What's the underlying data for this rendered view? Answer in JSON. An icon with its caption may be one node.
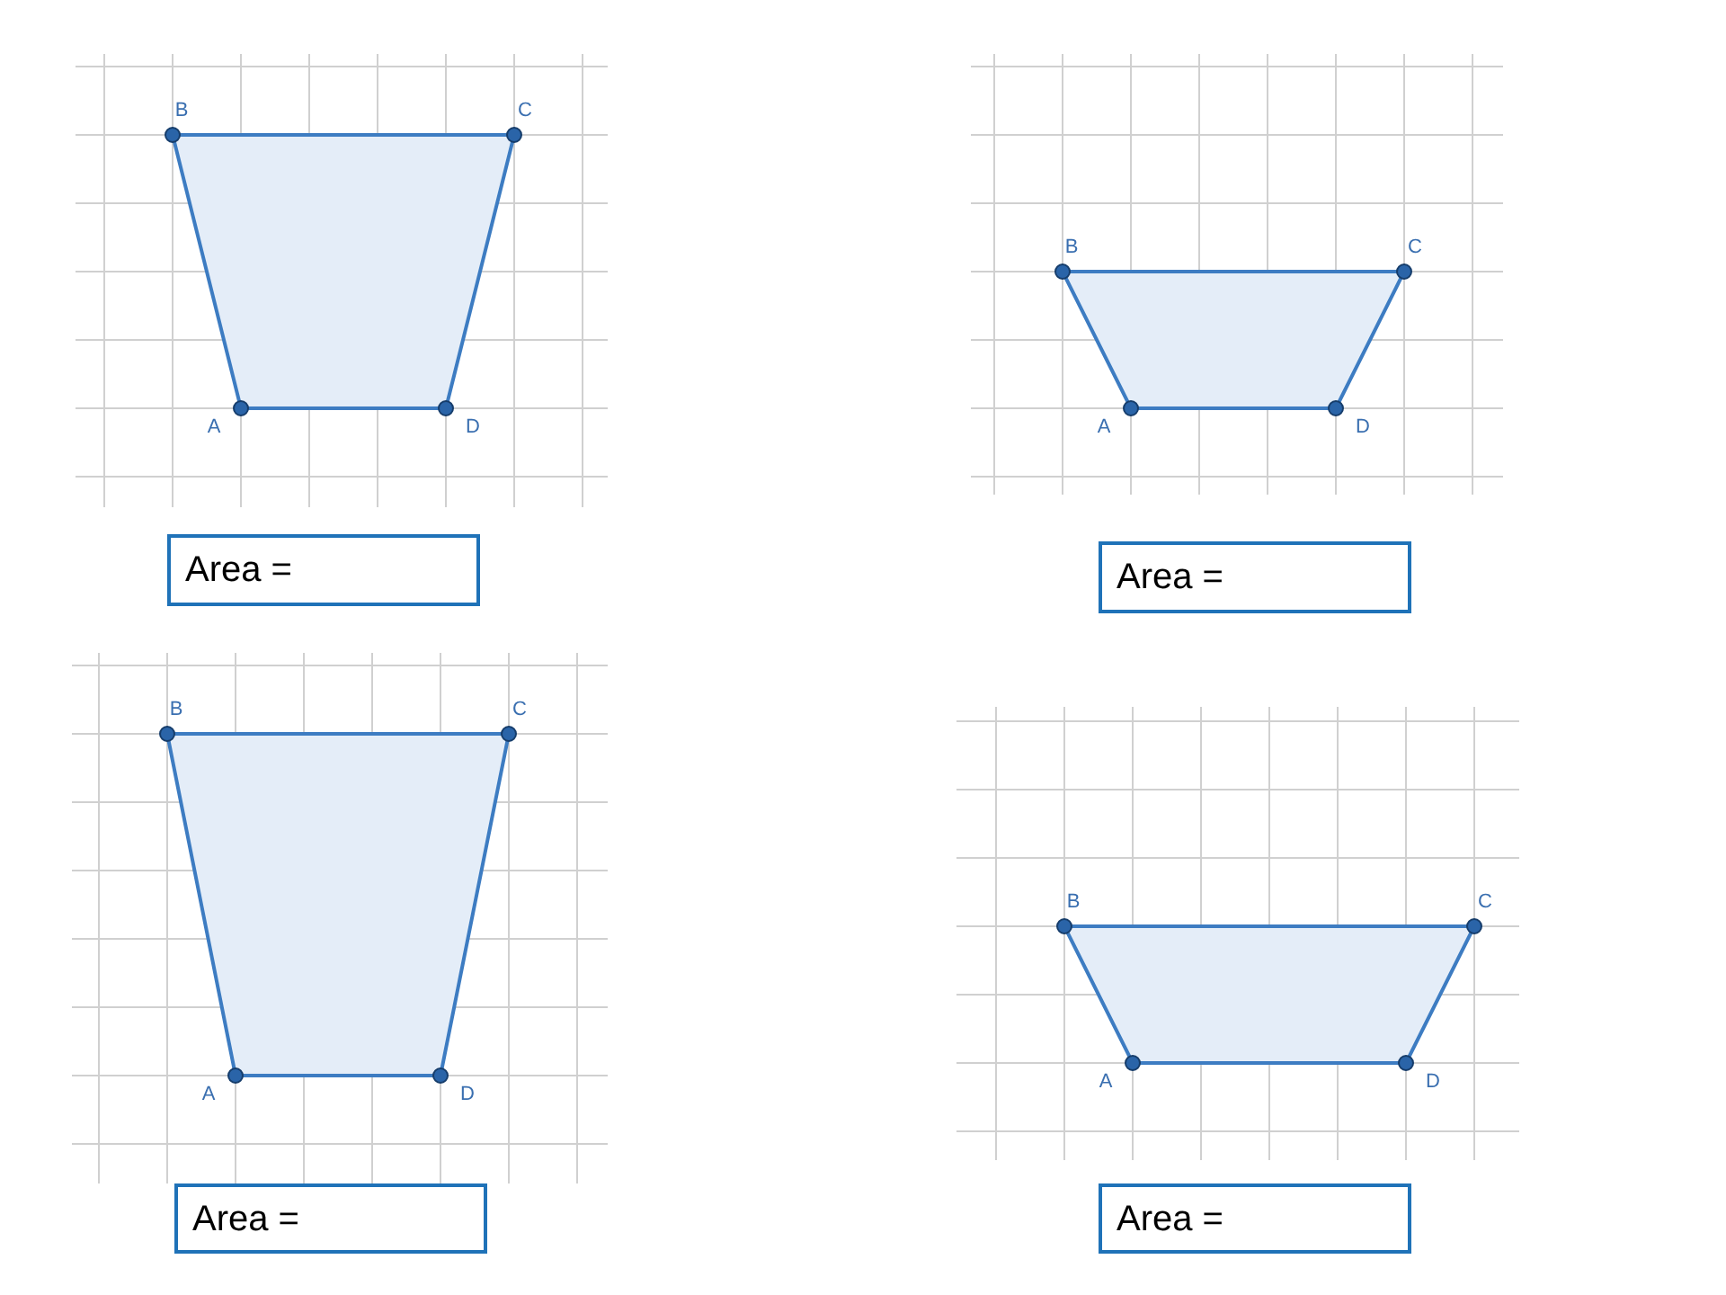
{
  "diagram": {
    "nodes": [
      {
        "text": [
          "Area ="
        ]
      },
      {
        "text": [
          "Area ="
        ]
      },
      {
        "text": [
          "Area ="
        ]
      },
      {
        "text": [
          "Area ="
        ]
      }
    ],
    "labels": [
      "B",
      "C",
      "A",
      "D",
      "B",
      "C",
      "A",
      "D",
      "B",
      "C",
      "A",
      "D",
      "B",
      "C",
      "A",
      "D"
    ]
  }
}
